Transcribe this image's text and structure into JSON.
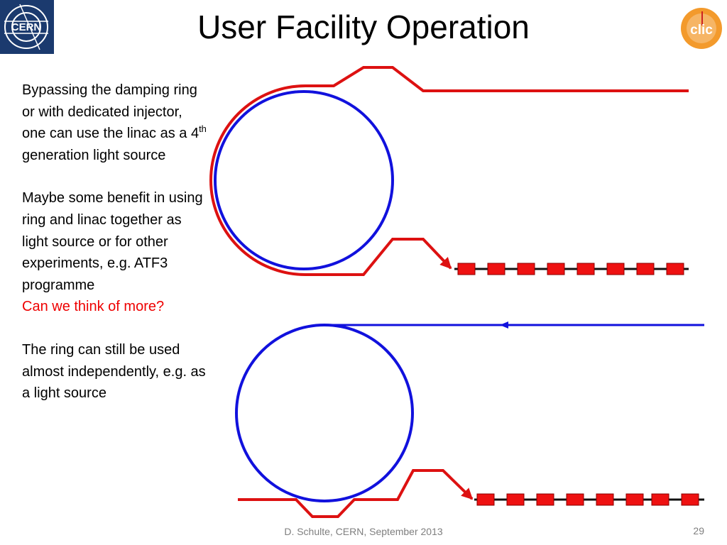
{
  "slide": {
    "title": "User Facility Operation",
    "paragraphs": {
      "p1_part1": "Bypassing the damping ring or with dedicated injector, one can use the linac as a 4",
      "p1_sup": "th",
      "p1_part2": " generation light source",
      "p2": "Maybe some benefit in using ring and linac together as light source or for other experiments, e.g. ATF3 programme",
      "p2_highlight": "Can we think of more?",
      "p3": "The ring can still be used almost independently, e.g. as a light source"
    },
    "footer": "D. Schulte, CERN, September 2013",
    "page_number": "29"
  },
  "logos": {
    "cern_text": "CERN",
    "clic_text": "clic"
  },
  "colors": {
    "beam_red": "#dd1111",
    "ring_blue": "#1111dd",
    "highlight_text": "#ee0000",
    "cern_blue": "#1b3a6e",
    "clic_orange": "#f39a2c"
  }
}
